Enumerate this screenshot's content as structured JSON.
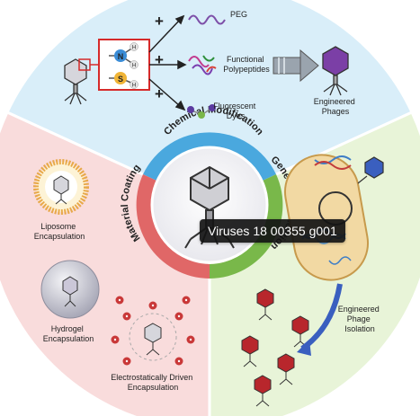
{
  "figure": {
    "tooltip": "Viruses 18 00355 g001",
    "chemical": {
      "ring_label": "Chemical Modification",
      "peg": "PEG",
      "functional_polypeptides": [
        "Functional",
        "Polypeptides"
      ],
      "fluorescent_dyes": [
        "Fluorescent",
        "Dyes"
      ],
      "engineered_phages": [
        "Engineered",
        "Phages"
      ],
      "plus_sign": "+",
      "atom_n": "N",
      "atom_s": "S",
      "atom_h": "H"
    },
    "material": {
      "ring_label": "Material Coating",
      "liposome": [
        "Liposome",
        "Encapsulation"
      ],
      "hydrogel": [
        "Hydrogel",
        "Encapsulation"
      ],
      "electrostatic": [
        "Electrostatically Driven",
        "Encapsulation"
      ]
    },
    "genetic": {
      "ring_label": "Genetic Modification",
      "isolation": [
        "Engineered",
        "Phage",
        "Isolation"
      ]
    },
    "colors": {
      "chemical_bg": "#d9eef9",
      "chemical_ring": "#4aa8de",
      "material_bg": "#f9dcdc",
      "material_ring": "#e06767",
      "genetic_bg": "#e8f4d8",
      "genetic_ring": "#79b84a"
    }
  }
}
